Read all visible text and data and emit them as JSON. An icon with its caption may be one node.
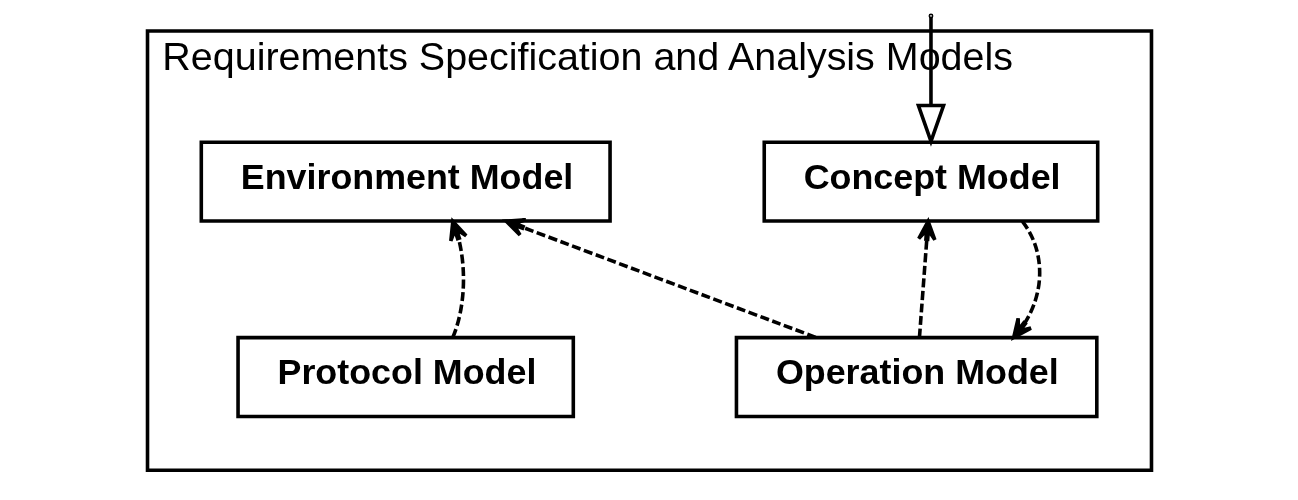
{
  "diagram": {
    "nodes": [
      {
        "text": [
          "Requirements Specification and Analysis Models"
        ]
      },
      {
        "text": [
          "Concept Model"
        ],
        "in": 0
      },
      {
        "text": [
          "Environment Model"
        ],
        "in": 0
      },
      {
        "text": [
          "Operation Model"
        ],
        "in": 0
      },
      {
        "text": [
          "Protocol Model"
        ],
        "in": 0
      }
    ],
    "edges": [
      {
        "from": null,
        "to": 1,
        "arrow": "to"
      },
      {
        "from": 3,
        "to": 1,
        "arrow": "to",
        "style": "dashed"
      },
      {
        "from": 1,
        "to": 3,
        "arrow": "to",
        "style": "dashed"
      },
      {
        "from": 3,
        "to": 2,
        "arrow": "to",
        "style": "dashed"
      },
      {
        "from": 4,
        "to": 2,
        "arrow": "to",
        "style": "dashed"
      }
    ]
  }
}
